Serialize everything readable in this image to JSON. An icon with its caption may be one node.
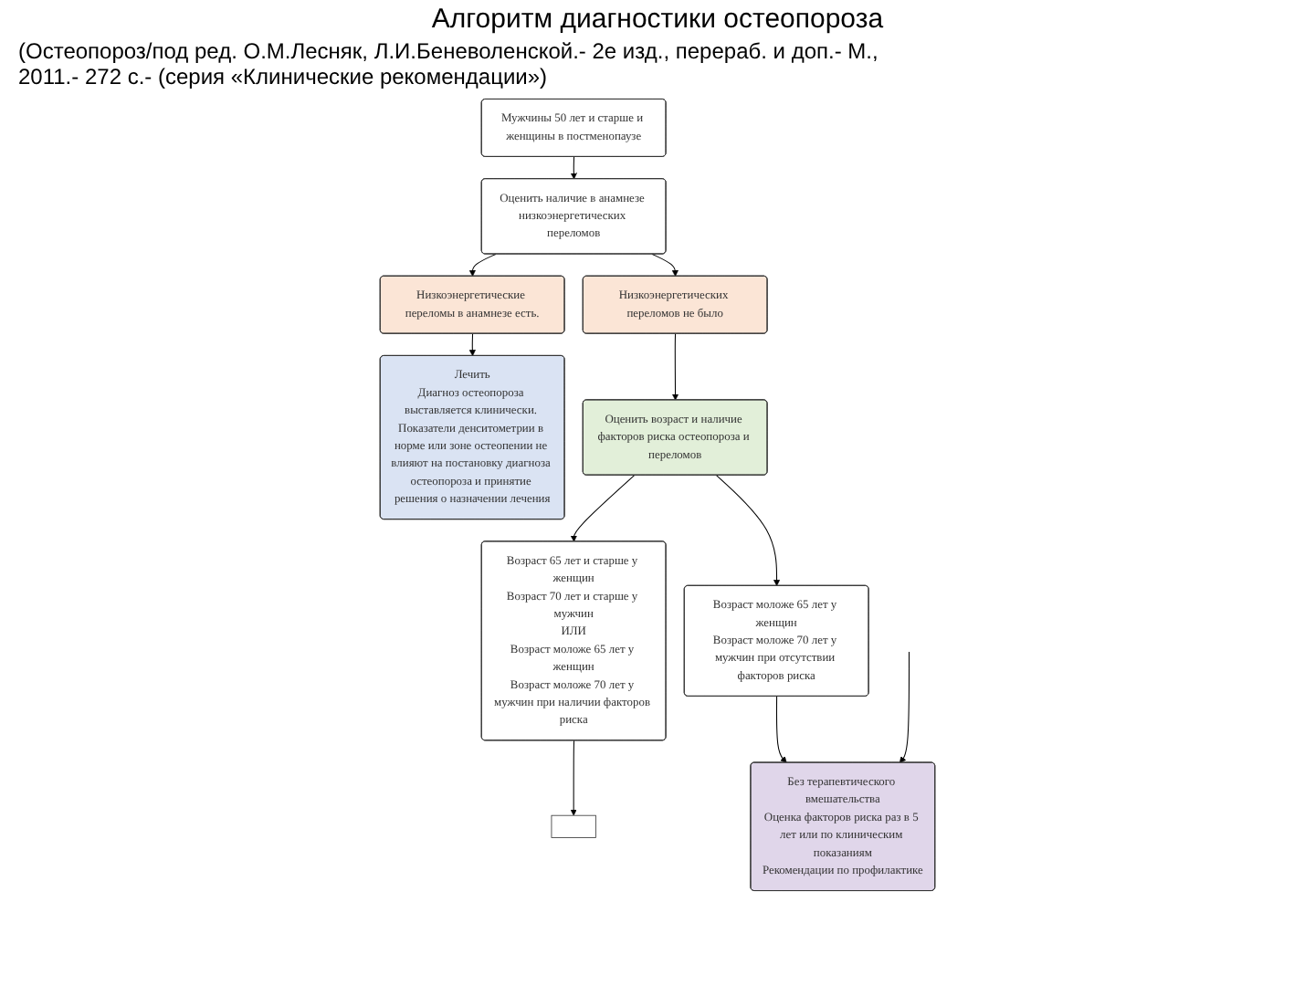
{
  "diagram": {
    "title": "Алгоритм диагностики остеопороза",
    "nodes": [
      {
        "text": [
          "Мужчины 50 лет и старше и женщины в постменопаузе"
        ]
      },
      {
        "text": [
          "Оценить наличие в анамнезе низкоэнергетических переломов"
        ]
      },
      {
        "text": [
          "Низкоэнергетические переломы в анамнезе есть."
        ]
      },
      {
        "text": [
          "Низкоэнергетических переломов не было"
        ]
      },
      {
        "text": [
          "Лечить",
          "Диагноз остеопороза выставляется клинически. Показатели денситометрии в норме или зоне остеопении не влияют на постановку диагноза остеопороза и принятие решения о назначении лечения"
        ]
      },
      {
        "text": [
          "Оценить возраст и наличие факторов риска остеопороза и переломов"
        ]
      },
      {
        "text": [
          "Возраст 65 лет и старше у женщин",
          "Возраст 70 лет и старше у мужчин",
          "ИЛИ",
          "Возраст моложе 65 лет у женщин",
          "Возраст моложе 70 лет у мужчин при наличии факторов риска"
        ]
      },
      {
        "text": [
          "Возраст моложе 65 лет у женщин",
          "Возраст моложе 70 лет у мужчин при отсутствии факторов риска"
        ]
      },
      {
        "text": [
          "Без терапевтического вмешательства",
          "Оценка факторов риска раз в 5 лет или по клиническим показаниям",
          "Рекомендации по профилактике"
        ]
      },
      {
        "text": [],
        "shape": "box"
      }
    ],
    "edges": [
      {
        "from": 0,
        "to": 1,
        "arrow": "to"
      },
      {
        "from": 1,
        "to": 2,
        "arrow": "to"
      },
      {
        "from": 1,
        "to": 3,
        "arrow": "to"
      },
      {
        "from": 2,
        "to": 4,
        "arrow": "to"
      },
      {
        "from": 3,
        "to": 5,
        "arrow": "to"
      },
      {
        "from": 5,
        "to": 6,
        "arrow": "to"
      },
      {
        "from": 5,
        "to": 7,
        "arrow": "to"
      },
      {
        "from": 7,
        "to": 8,
        "arrow": "to"
      },
      {
        "from": 6,
        "to": 9,
        "arrow": "to"
      },
      {
        "from": null,
        "to": 8,
        "arrow": "to"
      }
    ],
    "labels": [
      "(Остеопороз/под ред. О.М.Лесняк, Л.И.Беневоленской.- 2е изд., перераб. и доп.- М., 2011.- 272 с.- (серия «Клинические рекомендации»)"
    ]
  }
}
